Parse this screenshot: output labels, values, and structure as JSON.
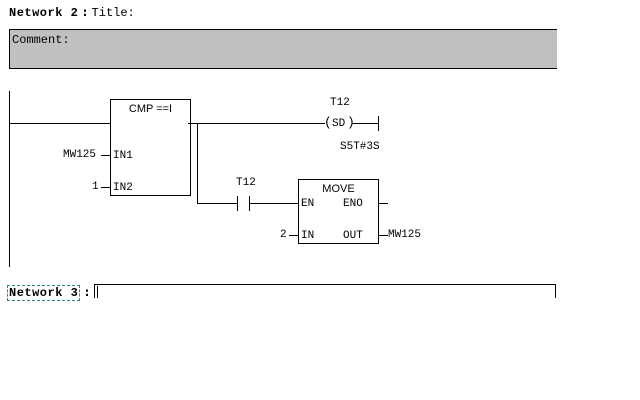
{
  "network2": {
    "label": "Network 2",
    "separator": ":",
    "title": "Title:",
    "comment": "Comment:"
  },
  "ladder": {
    "cmp": {
      "title": "CMP ==I",
      "in1_label": "IN1",
      "in2_label": "IN2",
      "in1_value": "MW125",
      "in2_value": "1"
    },
    "coil": {
      "operand": "T12",
      "type": "SD",
      "preset": "S5T#3S"
    },
    "contact": {
      "operand": "T12"
    },
    "move": {
      "title": "MOVE",
      "en_label": "EN",
      "eno_label": "ENO",
      "in_label": "IN",
      "out_label": "OUT",
      "in_value": "2",
      "out_value": "MW125"
    }
  },
  "network3": {
    "label": "Network 3",
    "separator": ":",
    "title_value": ""
  }
}
